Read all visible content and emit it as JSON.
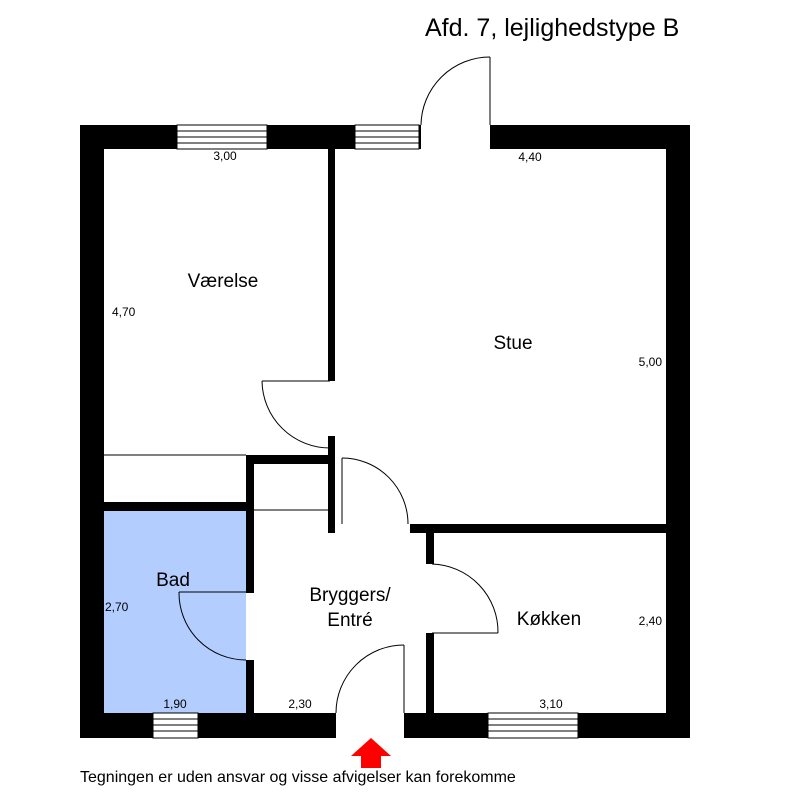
{
  "title": "Afd. 7, lejlighedstype B",
  "caption": "Tegningen er uden ansvar og visse afvigelser kan forekomme",
  "colors": {
    "wall": "#000000",
    "bath_fill": "#b3cdff",
    "entrance_arrow": "#ff0000"
  },
  "rooms": {
    "vaerelse": {
      "label": "Værelse",
      "width": "3,00",
      "depth": "4,70"
    },
    "stue": {
      "label": "Stue",
      "width": "4,40",
      "depth": "5,00"
    },
    "bad": {
      "label": "Bad",
      "width": "1,90",
      "depth": "2,70"
    },
    "entre": {
      "label_line1": "Bryggers/",
      "label_line2": "Entré",
      "width": "2,30"
    },
    "koekken": {
      "label": "Køkken",
      "width": "3,10",
      "depth": "2,40"
    }
  },
  "icons": {
    "entrance_arrow": "entrance-arrow-icon"
  }
}
